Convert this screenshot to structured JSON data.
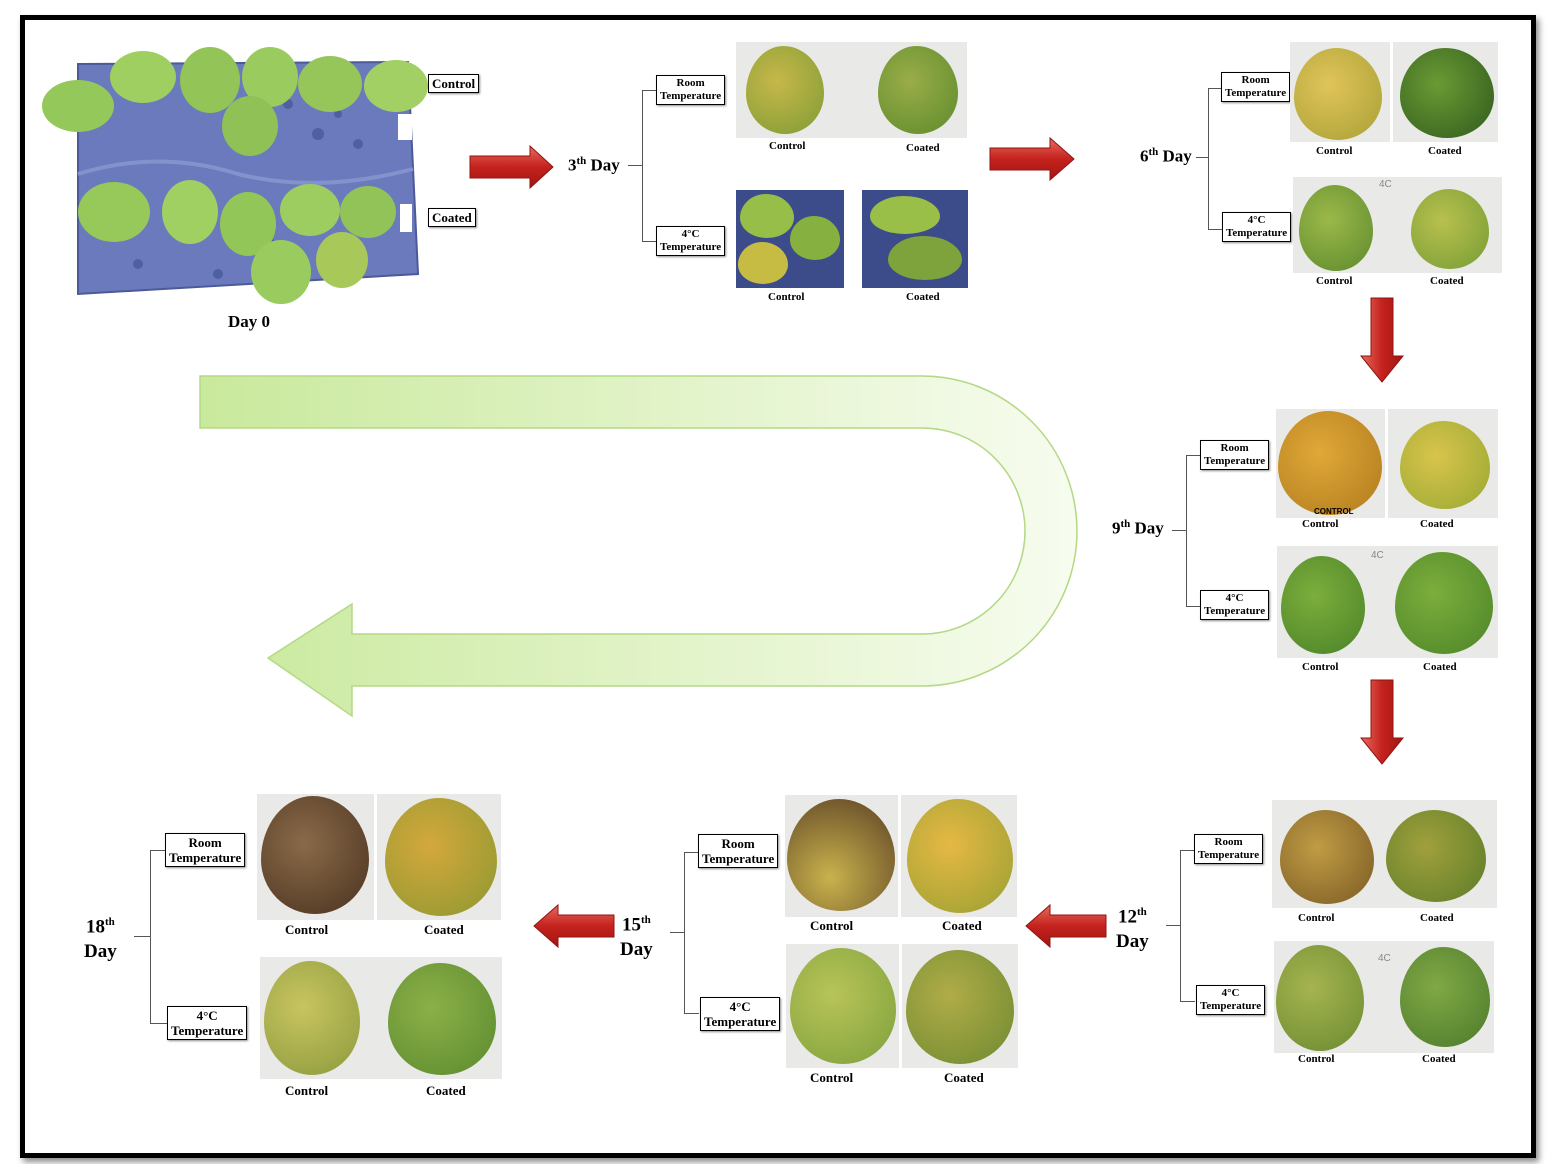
{
  "day0": {
    "label": "Day 0",
    "control_tag": "Control",
    "coated_tag": "Coated"
  },
  "stages": [
    {
      "id": "day3",
      "day_num": "3",
      "day_sup": "th",
      "day_word": "Day",
      "room_label": [
        "Room",
        "Temperature"
      ],
      "cold_label": [
        "4°C",
        "Temperature"
      ],
      "control": "Control",
      "coated": "Coated"
    },
    {
      "id": "day6",
      "day_num": "6",
      "day_sup": "th",
      "day_word": "Day",
      "room_label": [
        "Room",
        "Temperature"
      ],
      "cold_label": [
        "4°C",
        "Temperature"
      ],
      "control": "Control",
      "coated": "Coated"
    },
    {
      "id": "day9",
      "day_num": "9",
      "day_sup": "th",
      "day_word": "Day",
      "room_label": [
        "Room",
        "Temperature"
      ],
      "cold_label": [
        "4°C",
        "Temperature"
      ],
      "control": "Control",
      "coated": "Coated"
    },
    {
      "id": "day12",
      "day_num": "12",
      "day_sup": "th",
      "day_word": "Day",
      "room_label": [
        "Room",
        "Temperature"
      ],
      "cold_label": [
        "4°C",
        "Temperature"
      ],
      "control": "Control",
      "coated": "Coated"
    },
    {
      "id": "day15",
      "day_num": "15",
      "day_sup": "th",
      "day_word": "Day",
      "room_label": [
        "Room",
        "Temperature"
      ],
      "cold_label": [
        "4°C",
        "Temperature"
      ],
      "control": "Control",
      "coated": "Coated"
    },
    {
      "id": "day18",
      "day_num": "18",
      "day_sup": "th",
      "day_word": "Day",
      "room_label": [
        "Room",
        "Temperature"
      ],
      "cold_label": [
        "4°C",
        "Temperature"
      ],
      "control": "Control",
      "coated": "Coated"
    }
  ],
  "photo_annotations": {
    "fridge_tag": "4C",
    "control_written": "CONTROL"
  },
  "colors": {
    "arrow_red": "#d22f2b",
    "arrow_green_light": "#f4fbe6",
    "arrow_green_dark": "#c8e89a",
    "tray_blue": "#6878b8",
    "mango_fresh": "#8cc152",
    "mango_ripe": "#d9a531",
    "mango_rotten": "#6b5038"
  }
}
